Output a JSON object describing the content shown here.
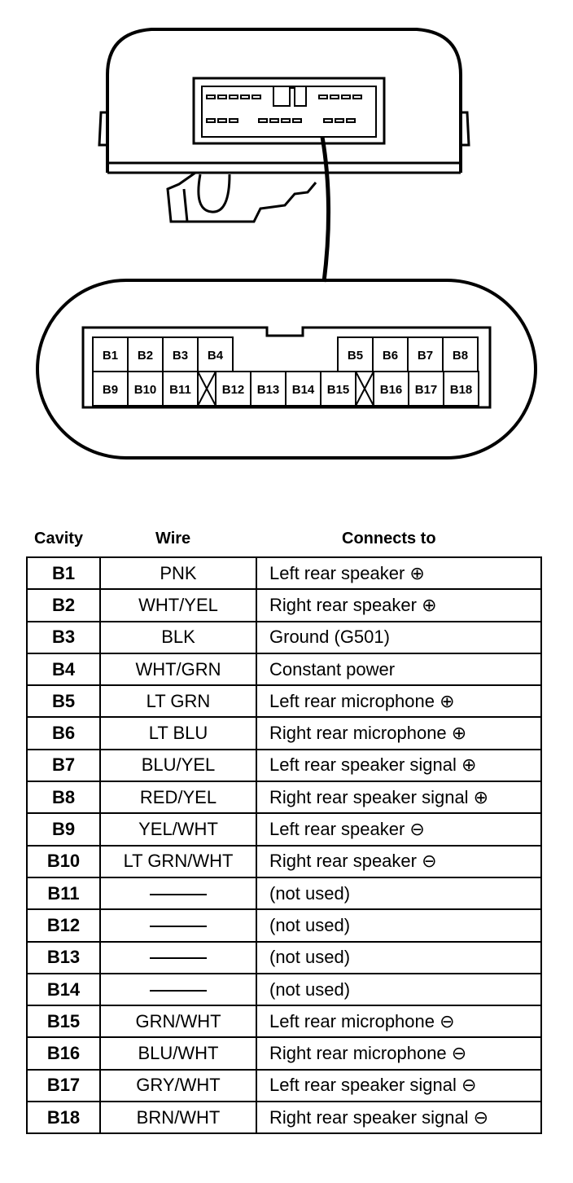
{
  "connector": {
    "top_row": [
      "B1",
      "B2",
      "B3",
      "B4",
      "B5",
      "B6",
      "B7",
      "B8"
    ],
    "bottom_row": [
      "B9",
      "B10",
      "B11",
      "B12",
      "B13",
      "B14",
      "B15",
      "B16",
      "B17",
      "B18"
    ]
  },
  "table": {
    "headers": {
      "cavity": "Cavity",
      "wire": "Wire",
      "connects_to": "Connects to"
    },
    "rows": [
      {
        "cavity": "B1",
        "wire": "PNK",
        "connects": "Left rear speaker ⊕"
      },
      {
        "cavity": "B2",
        "wire": "WHT/YEL",
        "connects": "Right rear speaker ⊕"
      },
      {
        "cavity": "B3",
        "wire": "BLK",
        "connects": "Ground (G501)"
      },
      {
        "cavity": "B4",
        "wire": "WHT/GRN",
        "connects": "Constant power"
      },
      {
        "cavity": "B5",
        "wire": "LT GRN",
        "connects": "Left rear microphone ⊕"
      },
      {
        "cavity": "B6",
        "wire": "LT BLU",
        "connects": "Right rear microphone ⊕"
      },
      {
        "cavity": "B7",
        "wire": "BLU/YEL",
        "connects": "Left rear speaker signal ⊕"
      },
      {
        "cavity": "B8",
        "wire": "RED/YEL",
        "connects": "Right rear speaker signal ⊕"
      },
      {
        "cavity": "B9",
        "wire": "YEL/WHT",
        "connects": "Left rear speaker ⊖"
      },
      {
        "cavity": "B10",
        "wire": "LT GRN/WHT",
        "connects": "Right rear speaker ⊖"
      },
      {
        "cavity": "B11",
        "wire": "",
        "connects": "(not used)"
      },
      {
        "cavity": "B12",
        "wire": "",
        "connects": "(not used)"
      },
      {
        "cavity": "B13",
        "wire": "",
        "connects": "(not used)"
      },
      {
        "cavity": "B14",
        "wire": "",
        "connects": "(not used)"
      },
      {
        "cavity": "B15",
        "wire": "GRN/WHT",
        "connects": "Left rear microphone ⊖"
      },
      {
        "cavity": "B16",
        "wire": "BLU/WHT",
        "connects": "Right rear microphone ⊖"
      },
      {
        "cavity": "B17",
        "wire": "GRY/WHT",
        "connects": "Left rear speaker signal ⊖"
      },
      {
        "cavity": "B18",
        "wire": "BRN/WHT",
        "connects": "Right rear speaker signal ⊖"
      }
    ]
  }
}
